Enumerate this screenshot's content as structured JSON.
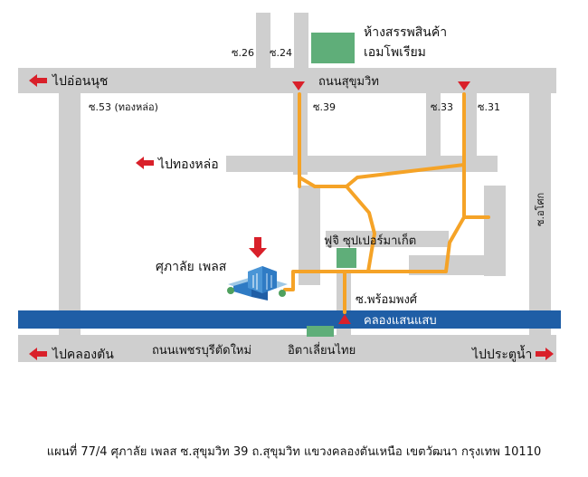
{
  "map": {
    "colors": {
      "road": "#cfcfcf",
      "route": "#f5a327",
      "canal": "#1f5ea6",
      "arrow": "#d9202a",
      "landmark": "#5fae79"
    },
    "labels": {
      "mall": [
        "ห้างสรรพสินค้า",
        "เอมโพเรียม"
      ],
      "soi_26": "ซ.26",
      "soi_24": "ซ.24",
      "sukhumvit_road": "ถนนสุขุมวิท",
      "to_on_nut": "ไปอ่อนนุช",
      "soi_53": "ซ.53 (ทองหล่อ)",
      "soi_39": "ซ.39",
      "soi_33": "ซ.33",
      "soi_31": "ซ.31",
      "to_thonglor": "ไปทองหล่อ",
      "soi_asoke": "ซ.อโศก",
      "fuji_supermarket": "ฟูจิ ซุปเปอร์มาเก็ต",
      "building": "ศุภาลัย เพลส",
      "soi_phrom_phong": "ซ.พร้อมพงศ์",
      "canal": "คลองแสนแสบ",
      "italthai": "อิตาเลี่ยนไทย",
      "to_khlong_tan": "ไปคลองตัน",
      "phetchaburi_road": "ถนนเพชรบุรีตัดใหม่",
      "to_pratunam": "ไปประตูน้ำ"
    },
    "caption": "แผนที่ 77/4 ศุภาลัย เพลส ซ.สุขุมวิท 39 ถ.สุขุมวิท แขวงคลองตันเหนือ เขตวัฒนา กรุงเทพ 10110"
  }
}
